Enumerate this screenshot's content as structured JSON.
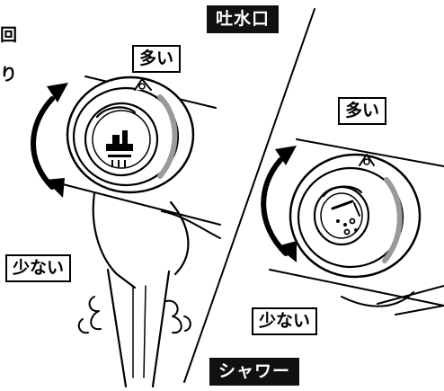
{
  "labels": {
    "spout": "吐水口",
    "shower": "シャワー",
    "more_left": "多い",
    "less_left": "少ない",
    "more_right": "多い",
    "less_right": "少ない",
    "cut_top": "回",
    "cut_bottom": "り"
  },
  "colors": {
    "ink": "#000000",
    "label_dark_bg": "#111111",
    "label_dark_text": "#ffffff",
    "dial_shadow": "#9a9a9a"
  },
  "icons": {
    "left_dial": "faucet-spout-icon",
    "right_dial": "shower-icon"
  }
}
